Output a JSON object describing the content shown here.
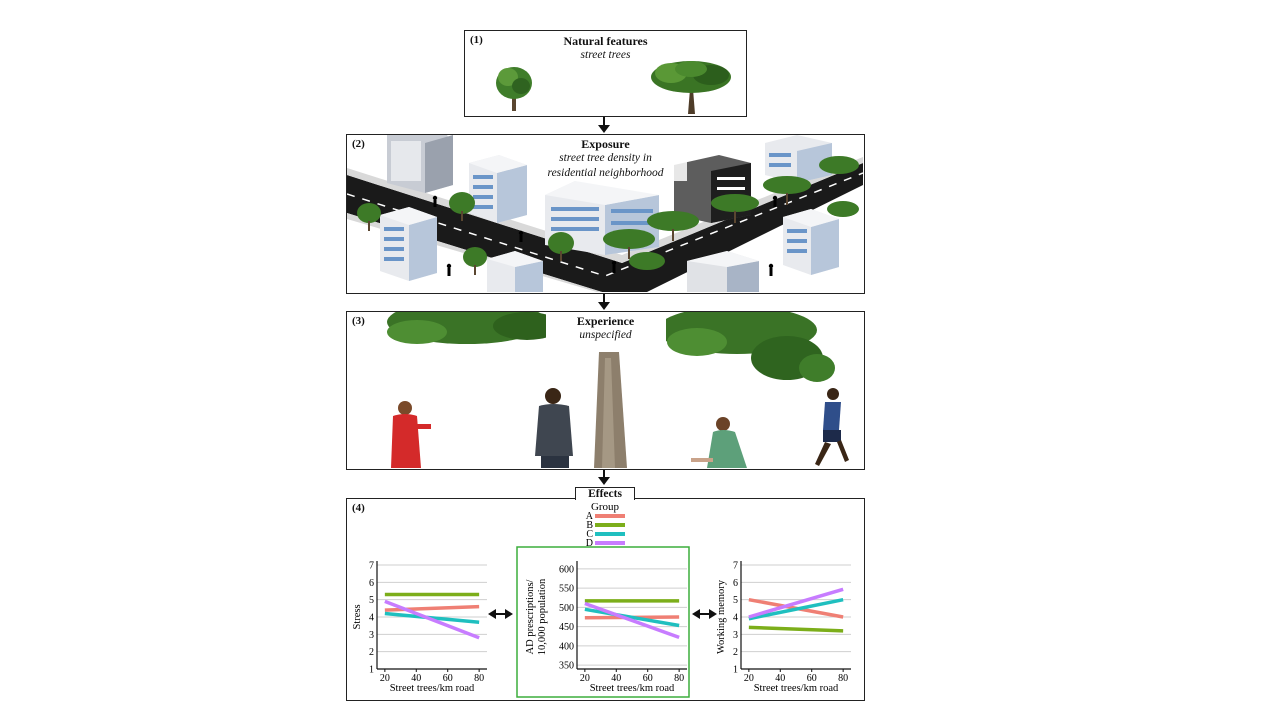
{
  "panels": {
    "natural": {
      "number": "(1)",
      "title": "Natural features",
      "subtitle": "street trees"
    },
    "exposure": {
      "number": "(2)",
      "title": "Exposure",
      "subtitle_line1": "street tree density in",
      "subtitle_line2": "residential neighborhood"
    },
    "experience": {
      "number": "(3)",
      "title": "Experience",
      "subtitle": "unspecified"
    },
    "effects": {
      "number": "(4)",
      "tab_label": "Effects"
    }
  },
  "legend": {
    "title": "Group",
    "items": [
      {
        "label": "A",
        "color": "#ef7f74"
      },
      {
        "label": "B",
        "color": "#7cae1a"
      },
      {
        "label": "C",
        "color": "#1fbfbf"
      },
      {
        "label": "D",
        "color": "#c77cff"
      }
    ]
  },
  "chart_data": [
    {
      "type": "line",
      "title": "",
      "xlabel": "Street trees/km road",
      "ylabel": "Stress",
      "x": [
        20,
        80
      ],
      "xticks": [
        20,
        40,
        60,
        80
      ],
      "yticks": [
        1,
        2,
        3,
        4,
        5,
        6,
        7
      ],
      "xlim": [
        15,
        85
      ],
      "ylim": [
        1,
        7
      ],
      "series": [
        {
          "name": "A",
          "values": [
            4.4,
            4.6
          ]
        },
        {
          "name": "B",
          "values": [
            5.3,
            5.3
          ]
        },
        {
          "name": "C",
          "values": [
            4.2,
            3.7
          ]
        },
        {
          "name": "D",
          "values": [
            4.9,
            2.8
          ]
        }
      ],
      "highlighted": false
    },
    {
      "type": "line",
      "title": "",
      "xlabel": "Street trees/km road",
      "ylabel_line1": "AD prescriptions/",
      "ylabel_line2": "10,000 population",
      "x": [
        20,
        80
      ],
      "xticks": [
        20,
        40,
        60,
        80
      ],
      "yticks": [
        350,
        400,
        450,
        500,
        550,
        600
      ],
      "xlim": [
        15,
        85
      ],
      "ylim": [
        340,
        610
      ],
      "series": [
        {
          "name": "A",
          "values": [
            473,
            475
          ]
        },
        {
          "name": "B",
          "values": [
            517,
            517
          ]
        },
        {
          "name": "C",
          "values": [
            495,
            453
          ]
        },
        {
          "name": "D",
          "values": [
            510,
            422
          ]
        }
      ],
      "highlighted": true
    },
    {
      "type": "line",
      "title": "",
      "xlabel": "Street trees/km road",
      "ylabel": "Working memory",
      "x": [
        20,
        80
      ],
      "xticks": [
        20,
        40,
        60,
        80
      ],
      "yticks": [
        1,
        2,
        3,
        4,
        5,
        6,
        7
      ],
      "xlim": [
        15,
        85
      ],
      "ylim": [
        1,
        7
      ],
      "series": [
        {
          "name": "A",
          "values": [
            5.0,
            4.0
          ]
        },
        {
          "name": "B",
          "values": [
            3.4,
            3.2
          ]
        },
        {
          "name": "C",
          "values": [
            3.9,
            5.0
          ]
        },
        {
          "name": "D",
          "values": [
            4.0,
            5.6
          ]
        }
      ],
      "highlighted": false
    }
  ]
}
